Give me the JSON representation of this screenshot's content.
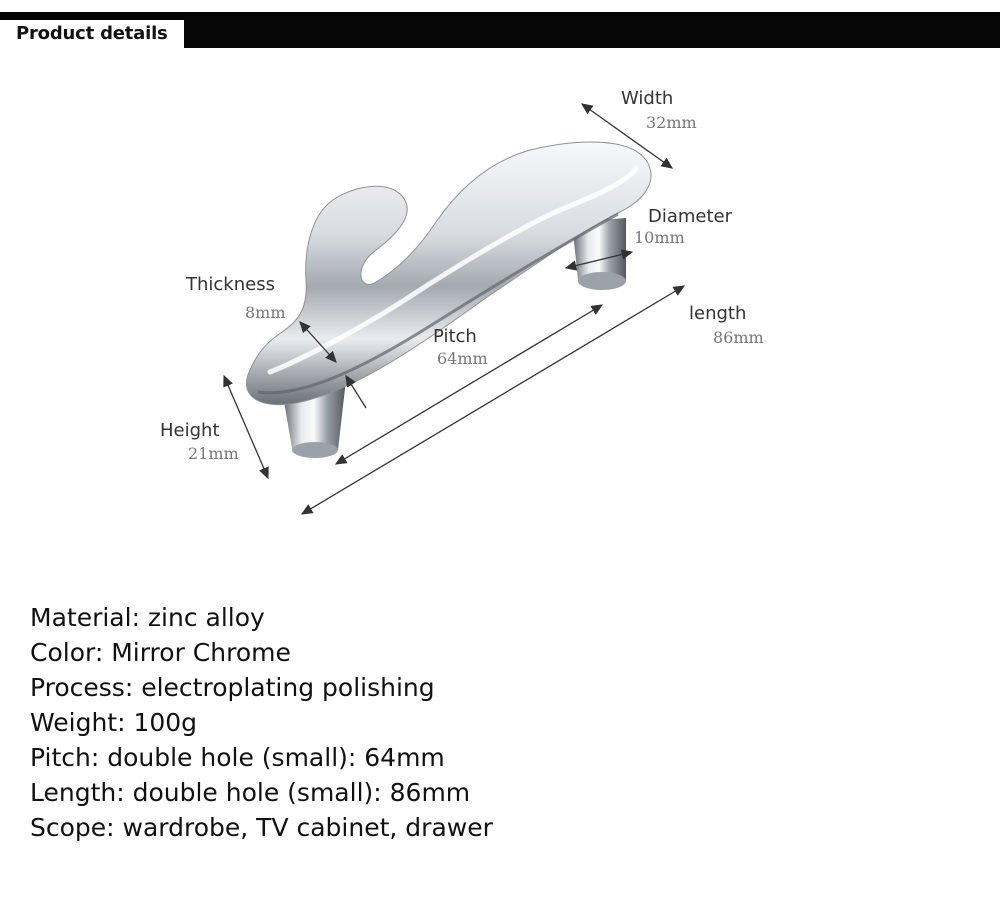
{
  "header": {
    "title": "Product details"
  },
  "dimensions": {
    "width": {
      "label": "Width",
      "value": "32mm"
    },
    "diameter": {
      "label": "Diameter",
      "value": "10mm"
    },
    "thickness": {
      "label": "Thickness",
      "value": "8mm"
    },
    "pitch": {
      "label": "Pitch",
      "value": "64mm"
    },
    "length": {
      "label": "length",
      "value": "86mm"
    },
    "height": {
      "label": "Height",
      "value": "21mm"
    }
  },
  "specs": [
    "Material: zinc alloy",
    "Color: Mirror Chrome",
    "Process: electroplating polishing",
    "Weight: 100g",
    "Pitch: double hole (small): 64mm",
    "Length: double hole (small): 86mm",
    "Scope: wardrobe, TV cabinet, drawer"
  ],
  "colors": {
    "header_bar": "#060606",
    "chrome_light": "#f4f6f8",
    "chrome_dark": "#6b7078"
  }
}
